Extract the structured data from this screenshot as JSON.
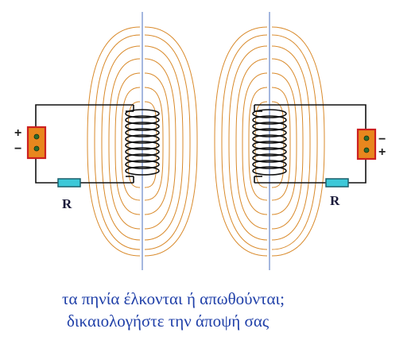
{
  "colors": {
    "field_line": "#d98a2b",
    "axis": "#4a6fbf",
    "wire": "#111111",
    "battery_fill": "#e8871e",
    "battery_border": "#cc1f1f",
    "resistor_fill": "#3cc8d8",
    "resistor_border": "#1a5f6b",
    "caption": "#1f3fa8"
  },
  "left_circuit": {
    "resistor_label": "R",
    "battery_plus": "+",
    "battery_minus": "−"
  },
  "right_circuit": {
    "resistor_label": "R",
    "battery_plus": "+",
    "battery_minus": "−"
  },
  "caption": {
    "line1": "τα  πηνία  έλκονται  ή  απωθούνται;",
    "line2": "δικαιολογήστε την άποψή σας"
  }
}
